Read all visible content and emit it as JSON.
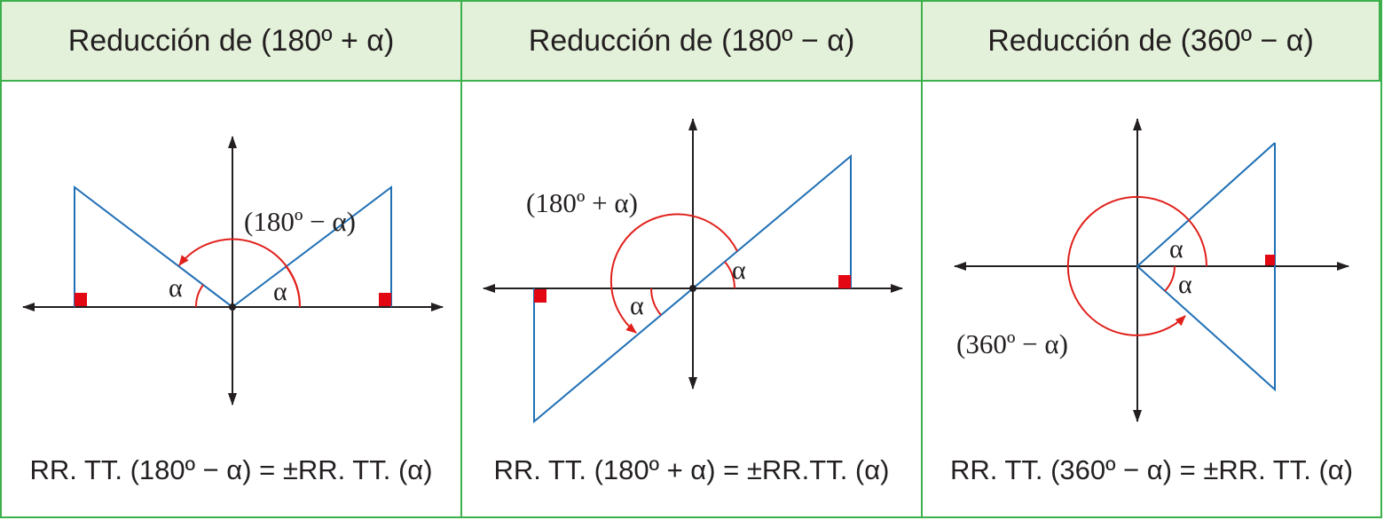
{
  "headers": [
    "Reducción de (180º + α)",
    "Reducción de (180º − α)",
    "Reducción de (360º − α)"
  ],
  "panels": [
    {
      "angle_label": "(180º − α)",
      "alpha": "α",
      "formula": "RR. TT. (180º − α) = ±RR. TT. (α)"
    },
    {
      "angle_label": "(180º + α)",
      "alpha": "α",
      "formula": "RR. TT. (180º + α) = ±RR.TT. (α)"
    },
    {
      "angle_label": "(360º − α)",
      "alpha": "α",
      "formula": "RR. TT. (360º − α) = ±RR. TT. (α)"
    }
  ],
  "colors": {
    "border": "#3db04b",
    "header_bg": "#e4f1da",
    "triangle": "#1f6fb5",
    "arc": "#e0201b",
    "right_angle_marker": "#e30613",
    "axis": "#231f20"
  }
}
